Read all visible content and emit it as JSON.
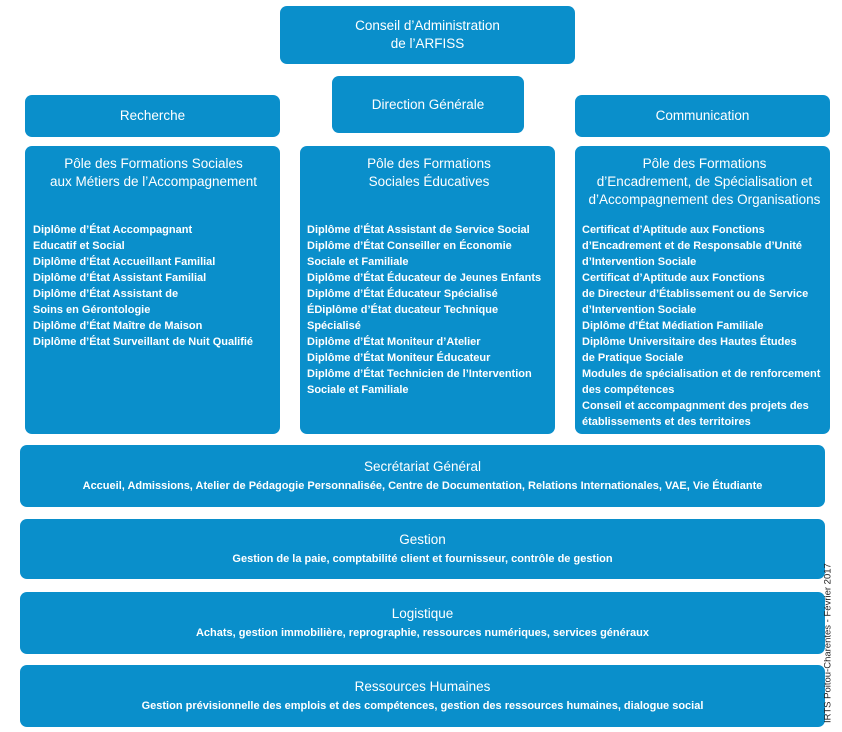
{
  "top": {
    "line1": "Conseil d’Administration",
    "line2": "de l’ARFISS"
  },
  "direction": {
    "label": "Direction Générale"
  },
  "recherche": {
    "label": "Recherche"
  },
  "communication": {
    "label": "Communication"
  },
  "poles": [
    {
      "title": "Pôle des Formations Sociales\naux Métiers de l’Accompagnement",
      "items": [
        "Diplôme d’État Accompagnant",
        "Educatif et Social",
        "Diplôme d’État Accueillant Familial",
        "Diplôme d’État Assistant Familial",
        "Diplôme d’État Assistant de",
        "Soins en Gérontologie",
        "Diplôme d’État Maître de Maison",
        "Diplôme d’État Surveillant de Nuit Qualifié"
      ]
    },
    {
      "title": "Pôle des Formations\nSociales Éducatives",
      "items": [
        "Diplôme d’État Assistant de Service Social",
        "Diplôme d’État Conseiller en Économie",
        "Sociale et Familiale",
        "Diplôme d’État Éducateur de Jeunes Enfants",
        "Diplôme d’État Éducateur Spécialisé",
        "ÉDiplôme d’État ducateur Technique",
        "Spécialisé",
        "Diplôme d’État Moniteur d’Atelier",
        "Diplôme d’État Moniteur Éducateur",
        "Diplôme d’État Technicien de l’Intervention",
        "Sociale et Familiale"
      ]
    },
    {
      "title": "Pôle des Formations\nd’Encadrement, de Spécialisation et\nd’Accompagnement des Organisations",
      "items": [
        "Certificat d’Aptitude aux Fonctions",
        "d’Encadrement et de Responsable d’Unité",
        "d’Intervention Sociale",
        "Certificat d’Aptitude aux Fonctions",
        "de Directeur d’Établissement ou de Service",
        "d’Intervention Sociale",
        "Diplôme d’État Médiation Familiale",
        "Diplôme Universitaire des Hautes Études",
        "de Pratique Sociale",
        "Modules de spécialisation et de renforcement",
        "des compétences",
        "Conseil et accompagnment des  projets des",
        "établissements et des territoires"
      ]
    }
  ],
  "bands": [
    {
      "title": "Secrétariat Général",
      "subtitle": "Accueil, Admissions, Atelier de Pédagogie Personnalisée, Centre de Documentation, Relations Internationales, VAE, Vie Étudiante"
    },
    {
      "title": "Gestion",
      "subtitle": "Gestion de la paie, comptabilité client et fournisseur, contrôle de gestion"
    },
    {
      "title": "Logistique",
      "subtitle": "Achats, gestion immobilière, reprographie, ressources numériques, services généraux"
    },
    {
      "title": "Ressources Humaines",
      "subtitle": "Gestion prévisionnelle des emplois et des compétences, gestion des ressources humaines, dialogue social"
    }
  ],
  "credit": "IRTS Poitou-Charentes - Février 2017",
  "colors": {
    "box": "#0a8fcb",
    "text": "#ffffff"
  }
}
